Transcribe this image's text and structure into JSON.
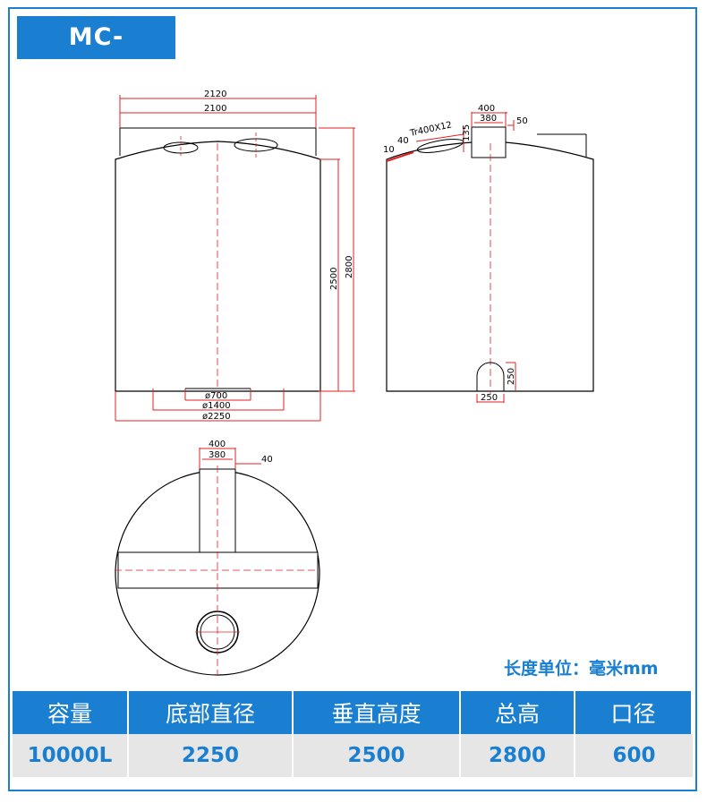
{
  "title": "MC-10000L",
  "unit_note": "长度单位：毫米mm",
  "dimensions": {
    "front_top_outer": "2120",
    "front_top_inner": "2100",
    "front_body_height": "2500",
    "front_total_height": "2800",
    "front_base_inner": "ø700",
    "front_base_mid": "ø1400",
    "front_base_outer": "ø2250",
    "side_port_outer": "400",
    "side_port_inner": "380",
    "side_port_offset": "50",
    "side_thread": "Tr400X12",
    "side_135": "135",
    "side_40": "40",
    "side_10": "10",
    "side_outlet_w": "250",
    "side_outlet_h": "250",
    "top_port_outer": "400",
    "top_port_inner": "380",
    "top_port_offset": "40"
  },
  "spec_table": {
    "headers": [
      "容量",
      "底部直径",
      "垂直高度",
      "总高",
      "口径"
    ],
    "values": [
      "10000L",
      "2250",
      "2500",
      "2800",
      "600"
    ]
  }
}
